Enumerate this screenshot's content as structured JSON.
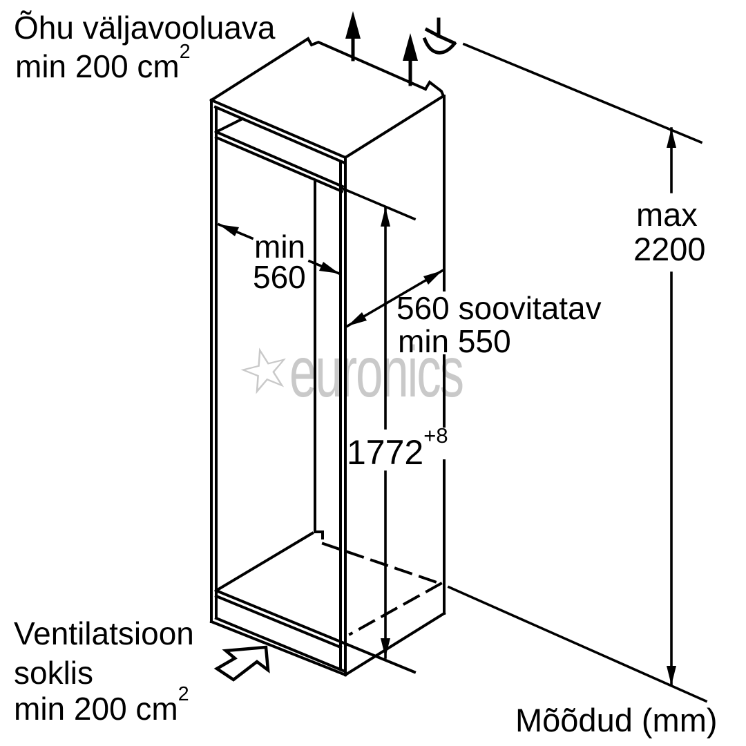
{
  "page": {
    "background_color": "#ffffff",
    "line_color": "#000000",
    "watermark_color": "#c9c9c9"
  },
  "labels": {
    "air_outlet": {
      "line1": "Õhu väljavooluava",
      "line2_base": "min 200 cm",
      "line2_sup": "2"
    },
    "ventilation": {
      "line1": "Ventilatsioon",
      "line2": "soklis",
      "line3_base": "min 200 cm",
      "line3_sup": "2"
    },
    "units": "Mõõdud (mm)",
    "watermark": {
      "star_glyph": "☆",
      "text": "euronics"
    }
  },
  "dimensions": {
    "max_height": {
      "line1": "max",
      "line2": "2200"
    },
    "niche_height": {
      "value": "1772",
      "tolerance": "+8"
    },
    "inner_width": {
      "line1": "min",
      "line2": "560"
    },
    "depth": {
      "line1": "560 soovitatav",
      "line2": "min 550"
    }
  },
  "icons": {
    "airflow_up_arrows": "two solid up arrows at cabinet top",
    "airflow_deflector": "curved air deflection glyph",
    "plinth_airflow_arrow": "hollow arrow pointing into plinth vent",
    "watermark_star": "outlined five-point star"
  }
}
